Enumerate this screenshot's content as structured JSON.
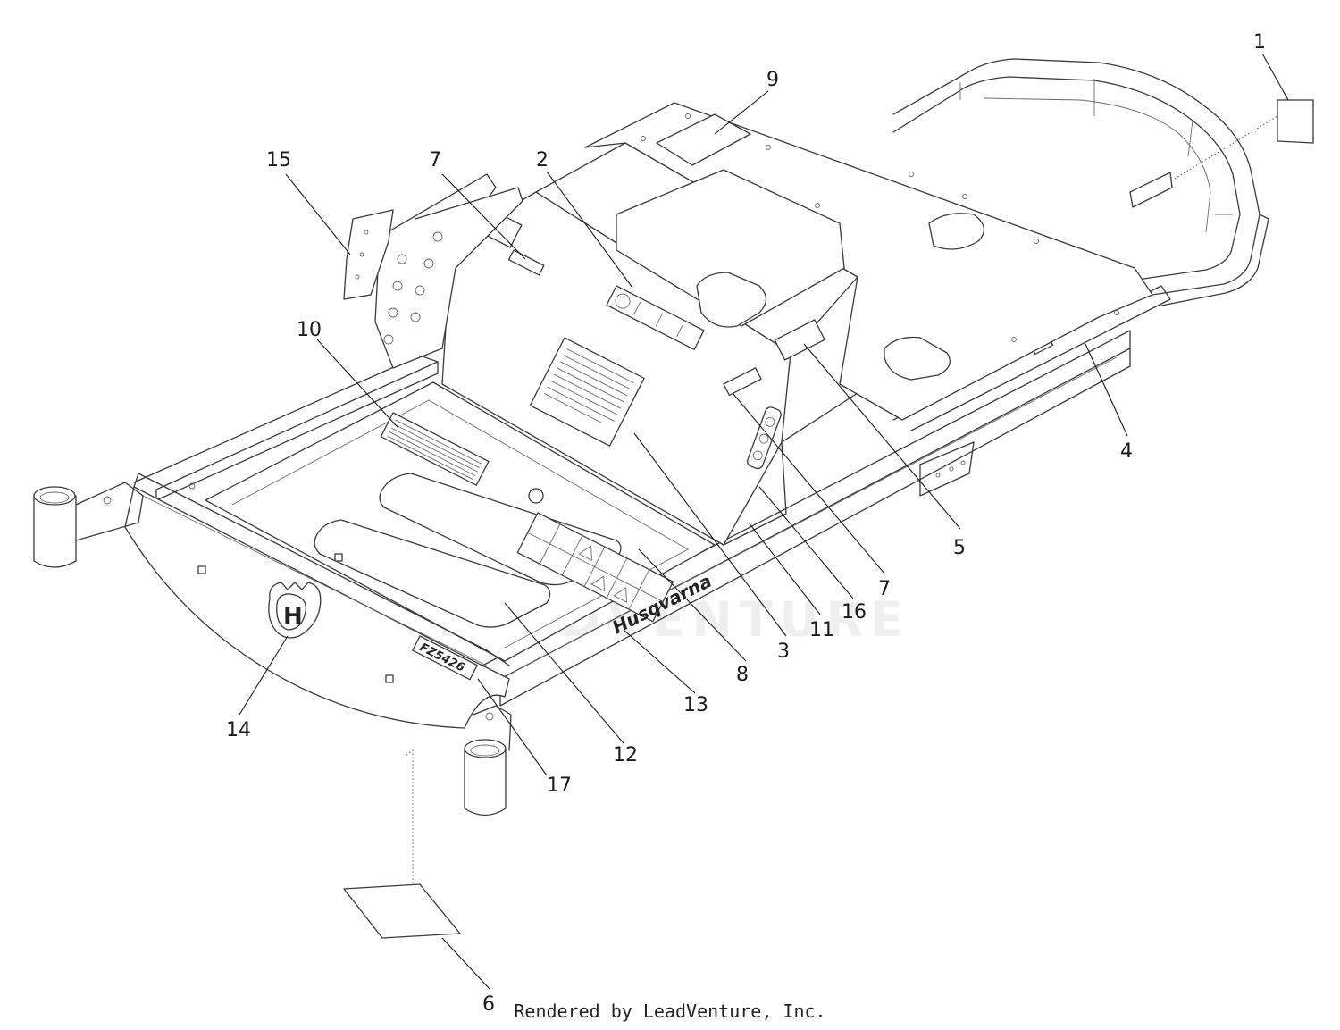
{
  "callouts": [
    {
      "id": "1",
      "label": "1"
    },
    {
      "id": "2",
      "label": "2"
    },
    {
      "id": "3",
      "label": "3"
    },
    {
      "id": "4",
      "label": "4"
    },
    {
      "id": "5",
      "label": "5"
    },
    {
      "id": "6",
      "label": "6"
    },
    {
      "id": "7a",
      "label": "7"
    },
    {
      "id": "7b",
      "label": "7"
    },
    {
      "id": "8",
      "label": "8"
    },
    {
      "id": "9",
      "label": "9"
    },
    {
      "id": "10",
      "label": "10"
    },
    {
      "id": "11",
      "label": "11"
    },
    {
      "id": "12",
      "label": "12"
    },
    {
      "id": "13",
      "label": "13"
    },
    {
      "id": "14",
      "label": "14"
    },
    {
      "id": "15",
      "label": "15"
    },
    {
      "id": "16",
      "label": "16"
    },
    {
      "id": "17",
      "label": "17"
    }
  ],
  "decals": {
    "brand": "Husqvarna",
    "model": "FZ5426"
  },
  "watermark": "LEADVENTURE",
  "footer": "Rendered by LeadVenture, Inc."
}
